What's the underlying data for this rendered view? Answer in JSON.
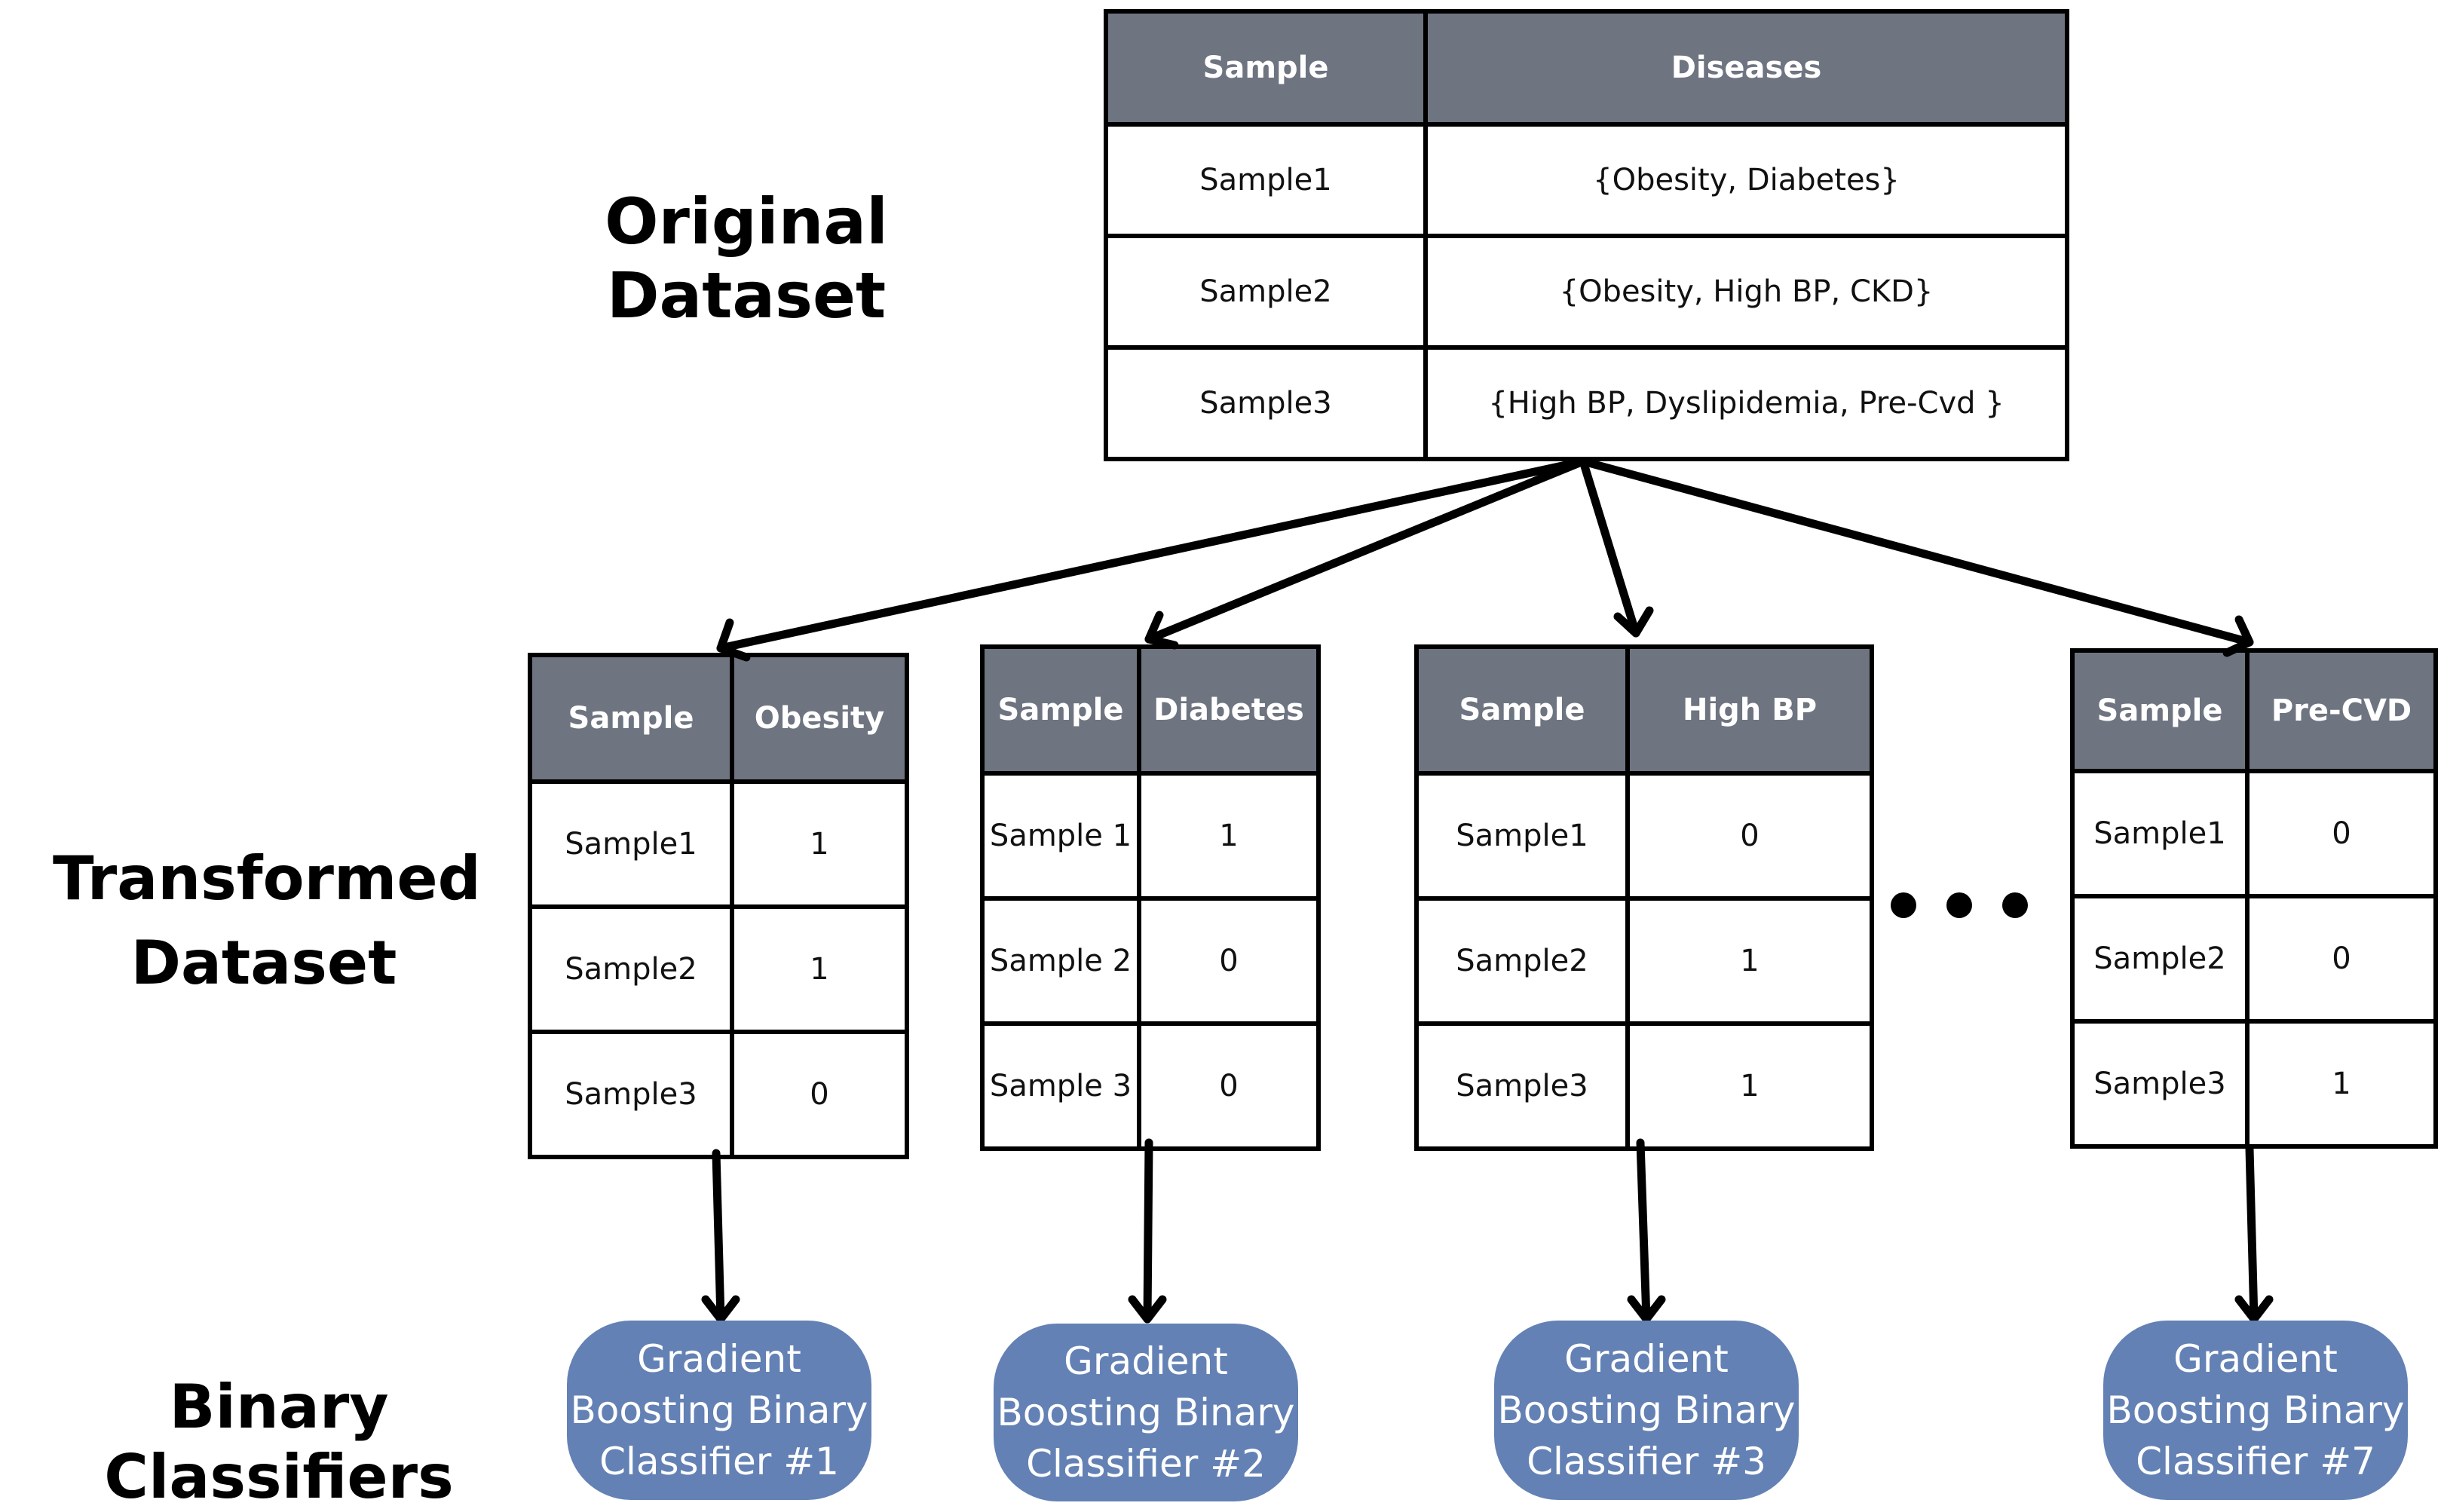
{
  "labels": {
    "original": "Original Dataset",
    "transformed": "Transformed Dataset",
    "classifiers": "Binary Classifiers"
  },
  "original_table": {
    "headers": [
      "Sample",
      "Diseases"
    ],
    "rows": [
      [
        "Sample1",
        "{Obesity, Diabetes}"
      ],
      [
        "Sample2",
        "{Obesity, High BP, CKD}"
      ],
      [
        "Sample3",
        "{High BP, Dyslipidemia, Pre-Cvd }"
      ]
    ]
  },
  "transformed_tables": [
    {
      "headers": [
        "Sample",
        "Obesity"
      ],
      "rows": [
        [
          "Sample1",
          "1"
        ],
        [
          "Sample2",
          "1"
        ],
        [
          "Sample3",
          "0"
        ]
      ]
    },
    {
      "headers": [
        "Sample",
        "Diabetes"
      ],
      "rows": [
        [
          "Sample 1",
          "1"
        ],
        [
          "Sample 2",
          "0"
        ],
        [
          "Sample 3",
          "0"
        ]
      ]
    },
    {
      "headers": [
        "Sample",
        "High BP"
      ],
      "rows": [
        [
          "Sample1",
          "0"
        ],
        [
          "Sample2",
          "1"
        ],
        [
          "Sample3",
          "1"
        ]
      ]
    },
    {
      "headers": [
        "Sample",
        "Pre-CVD"
      ],
      "rows": [
        [
          "Sample1",
          "0"
        ],
        [
          "Sample2",
          "0"
        ],
        [
          "Sample3",
          "1"
        ]
      ]
    }
  ],
  "classifiers": [
    "Gradient Boosting Binary Classifier #1",
    "Gradient Boosting Binary Classifier #2",
    "Gradient Boosting Binary Classifier #3",
    "Gradient Boosting Binary Classifier #7"
  ],
  "colors": {
    "header": "#6e7480",
    "pill": "#6381b4",
    "line": "#000000"
  }
}
